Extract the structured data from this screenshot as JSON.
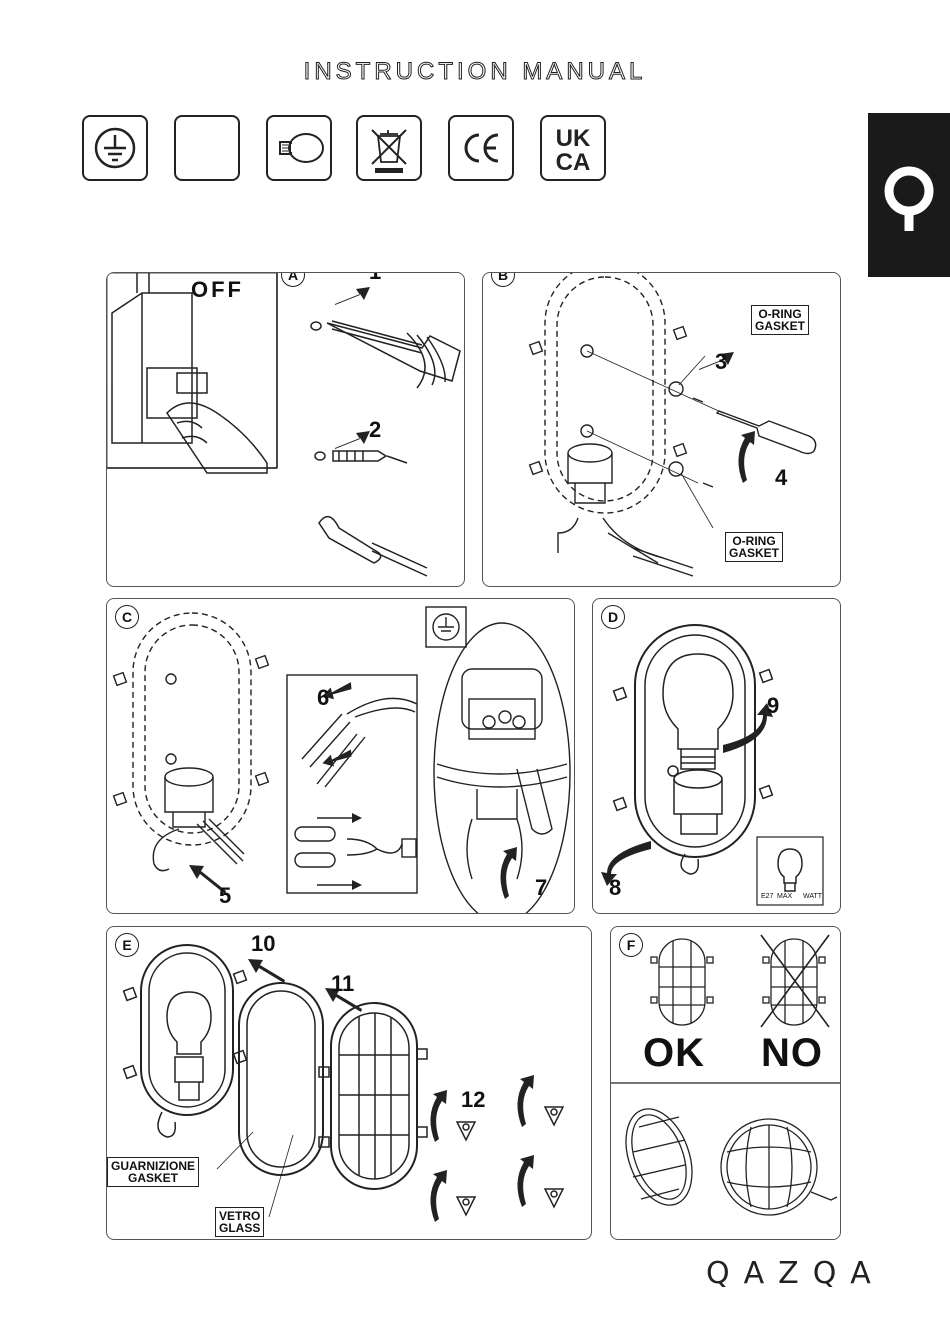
{
  "header": {
    "title": "INSTRUCTION MANUAL"
  },
  "icons": [
    "ground-symbol",
    "blank",
    "bulb",
    "weee-bin",
    "ce-mark",
    "ukca-mark"
  ],
  "marks": {
    "ce": "CE",
    "ukca_top": "UK",
    "ukca_bottom": "CA"
  },
  "panelA": {
    "letter": "A",
    "off": "OFF",
    "steps": [
      "1",
      "2"
    ]
  },
  "panelB": {
    "letter": "B",
    "steps": [
      "3",
      "4"
    ],
    "gasket_top": "O-RING\nGASKET",
    "gasket_bottom": "O-RING\nGASKET"
  },
  "panelC": {
    "letter": "C",
    "steps": [
      "5",
      "6",
      "7"
    ]
  },
  "panelD": {
    "letter": "D",
    "steps": [
      "8",
      "9"
    ],
    "bulb_label": {
      "e27": "E27",
      "max": "MAX",
      "watt": "WATT"
    }
  },
  "panelE": {
    "letter": "E",
    "steps": [
      "10",
      "11",
      "12"
    ],
    "gasket": "GUARNIZIONE\nGASKET",
    "glass": "VETRO\nGLASS"
  },
  "panelF": {
    "letter": "F",
    "ok": "OK",
    "no": "NO"
  },
  "brand": {
    "logo": "QAZQA"
  }
}
